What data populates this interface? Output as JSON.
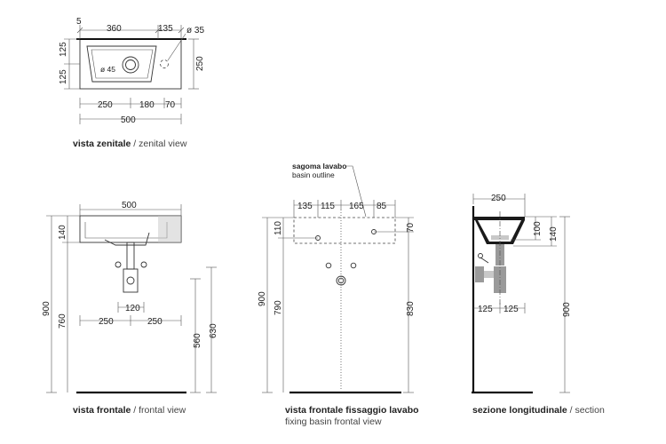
{
  "views": {
    "zenital": {
      "caption_bold": "vista zenitale",
      "caption_rest": " / zenital view",
      "dims": {
        "d5": "5",
        "d360": "360",
        "d135": "135",
        "d35": "ø 35",
        "d125a": "125",
        "d125b": "125",
        "d250v": "250",
        "d45": "ø 45",
        "d250": "250",
        "d180": "180",
        "d70": "70",
        "d500": "500"
      }
    },
    "frontal": {
      "caption_bold": "vista frontale",
      "caption_rest": " / frontal view",
      "dims": {
        "d500": "500",
        "d140": "140",
        "d900": "900",
        "d760": "760",
        "d120": "120",
        "d250a": "250",
        "d250b": "250",
        "d560": "560",
        "d630": "630"
      }
    },
    "fixing": {
      "caption_bold": "vista frontale fissaggio lavabo",
      "caption_rest": "fixing basin frontal view",
      "outline_label_it": "sagoma lavabo",
      "outline_label_en": "basin outline",
      "dims": {
        "d135": "135",
        "d115": "115",
        "d165": "165",
        "d85": "85",
        "d110": "110",
        "d70": "70",
        "d900": "900",
        "d790": "790",
        "d830": "830"
      }
    },
    "section": {
      "caption_bold": "sezione longitudinale",
      "caption_rest": " / section",
      "dims": {
        "d250": "250",
        "d100": "100",
        "d140": "140",
        "d125a": "125",
        "d125b": "125",
        "d900": "900"
      }
    }
  }
}
